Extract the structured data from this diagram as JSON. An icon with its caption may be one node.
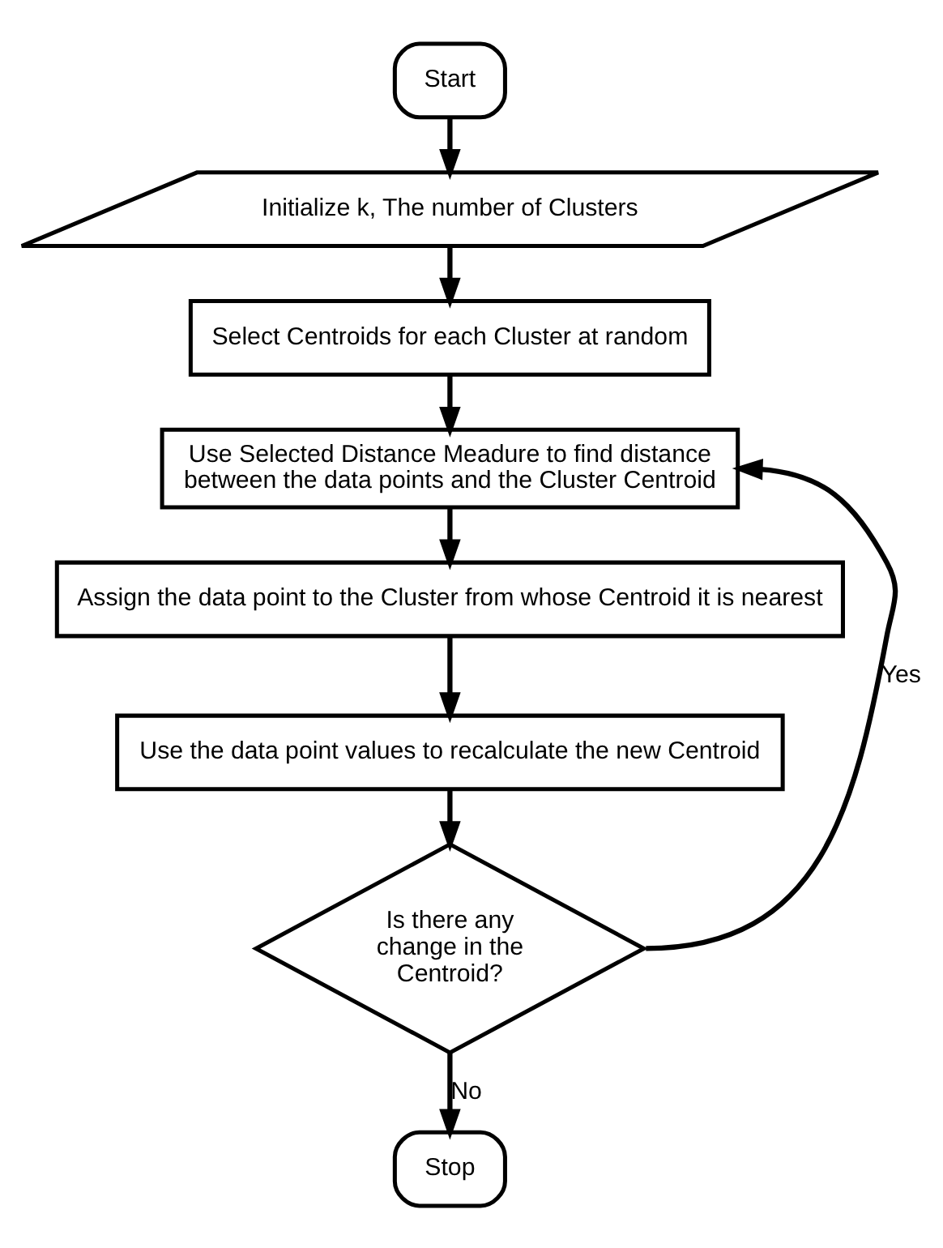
{
  "diagram": {
    "nodes": [
      {
        "text": [
          "Start"
        ]
      },
      {
        "text": [
          "Initialize k, The number of Clusters"
        ]
      },
      {
        "text": [
          "Select Centroids for each Cluster at random"
        ]
      },
      {
        "text": [
          "Use Selected Distance Meadure to find distance between the data points and the Cluster Centroid"
        ]
      },
      {
        "text": [
          "Assign the data point to the Cluster from whose Centroid it is nearest"
        ]
      },
      {
        "text": [
          "Use the data point values to recalculate the new Centroid"
        ]
      },
      {
        "text": [
          "Is there any change in the Centroid?"
        ]
      },
      {
        "text": [
          "Stop"
        ]
      }
    ],
    "edges": [
      {
        "from": 0,
        "to": 1,
        "arrow": "to"
      },
      {
        "from": 1,
        "to": 2,
        "arrow": "to"
      },
      {
        "from": 2,
        "to": 3,
        "arrow": "to"
      },
      {
        "from": 3,
        "to": 4,
        "arrow": "to"
      },
      {
        "from": 4,
        "to": 5,
        "arrow": "to"
      },
      {
        "from": 5,
        "to": 6,
        "arrow": "to"
      },
      {
        "from": 6,
        "to": 3,
        "arrow": "to",
        "label": "Yes"
      },
      {
        "from": 6,
        "to": 7,
        "arrow": "to",
        "label": "No"
      }
    ]
  }
}
